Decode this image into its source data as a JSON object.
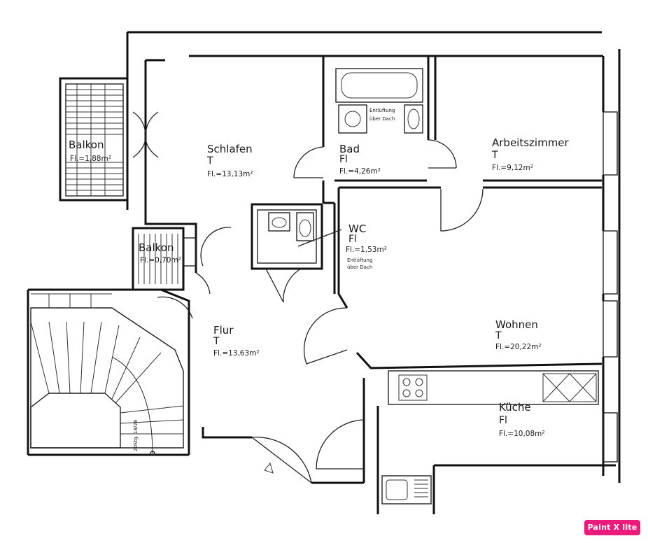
{
  "rooms": {
    "balkon_large": {
      "name": "Balkon",
      "area": "Fl.=1,88m²"
    },
    "schlafen": {
      "name": "Schlafen",
      "code": "T",
      "area": "Fl.=13,13m²"
    },
    "bad": {
      "name": "Bad",
      "code": "Fl",
      "area": "Fl.=4,26m²",
      "note1": "Entlüftung",
      "note2": "über Dach"
    },
    "arbeitszimmer": {
      "name": "Arbeitszimmer",
      "code": "T",
      "area": "Fl.=9,12m²"
    },
    "balkon_small": {
      "name": "Balkon",
      "area": "Fl.=0,70m²"
    },
    "wc": {
      "name": "WC",
      "code": "Fl",
      "area": "Fl.=1,53m²",
      "note1": "Entlüftung",
      "note2": "über Dach"
    },
    "flur": {
      "name": "Flur",
      "code": "T",
      "area": "Fl.=13,63m²"
    },
    "wohnen": {
      "name": "Wohnen",
      "code": "T",
      "area": "Fl.=20,22m²"
    },
    "kueche": {
      "name": "Küche",
      "code": "Fl",
      "area": "Fl.=10,08m²"
    }
  },
  "stair_label": "20Stg. 18/28",
  "watermark": "Paint X lite"
}
